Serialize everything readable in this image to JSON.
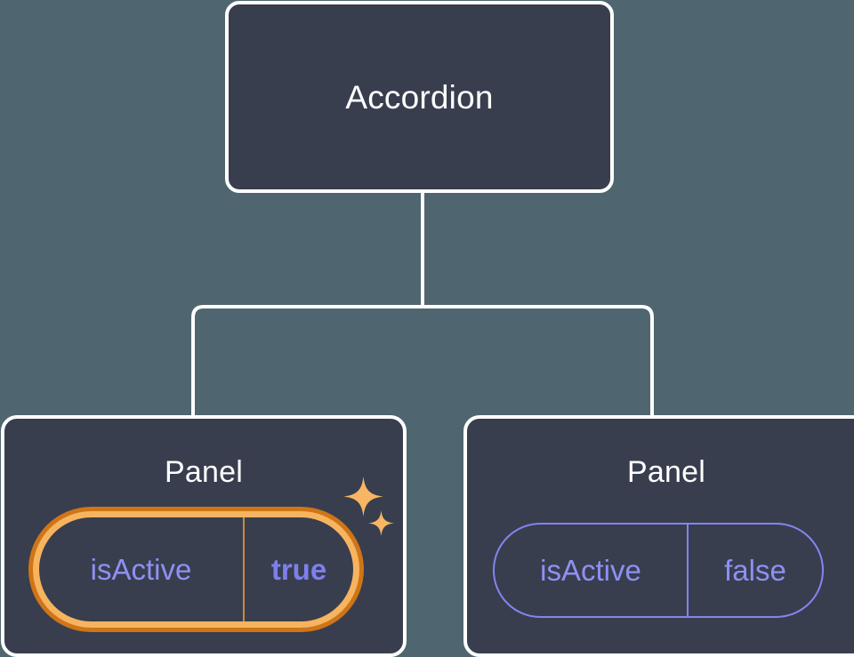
{
  "diagram": {
    "type": "component-tree",
    "background_color": "#4f6670",
    "node_fill_color": "#383e4e",
    "node_border_color": "#ffffff",
    "connector_color": "#ffffff",
    "prop_text_color": "#8f90f3",
    "prop_border_color": "#8285ef",
    "highlight_outer_color": "#cf7518",
    "highlight_inner_color": "#f7b45f",
    "sparkle_color": "#f8b563"
  },
  "root": {
    "title": "Accordion"
  },
  "children": [
    {
      "title": "Panel",
      "highlighted": true,
      "prop": {
        "key": "isActive",
        "value": "true"
      }
    },
    {
      "title": "Panel",
      "highlighted": false,
      "prop": {
        "key": "isActive",
        "value": "false"
      }
    }
  ],
  "icons": {
    "sparkle_large": "sparkle-icon",
    "sparkle_small": "sparkle-icon"
  }
}
